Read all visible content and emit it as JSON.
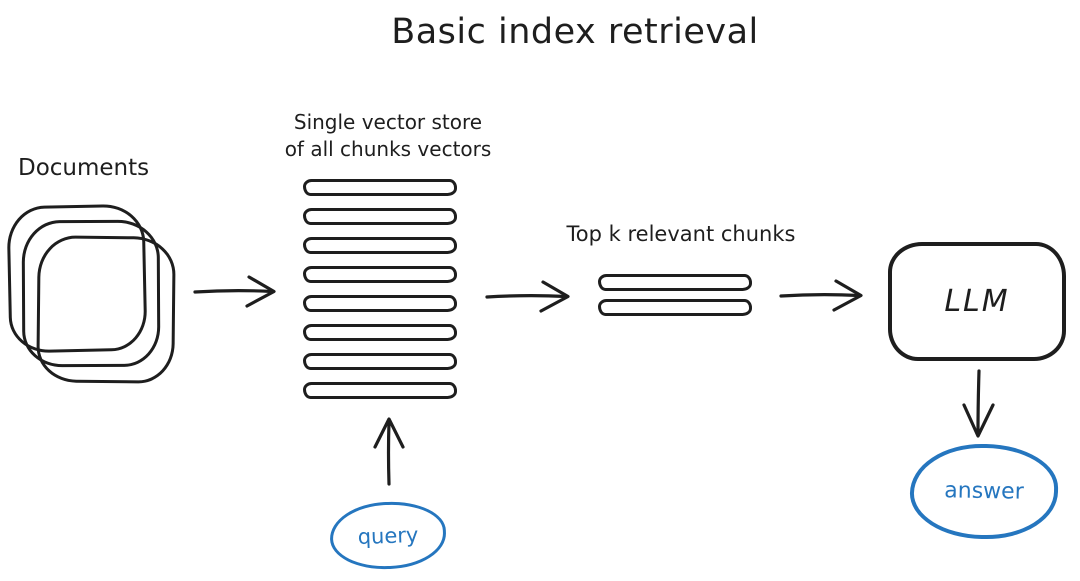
{
  "title": "Basic index retrieval",
  "colors": {
    "ink": "#1e1e1e",
    "accent_blue": "#2576bf",
    "background": "#ffffff"
  },
  "documents": {
    "label": "Documents",
    "stack_count": 3
  },
  "vector_store": {
    "label_line1": "Single vector store",
    "label_line2": "of all chunks vectors",
    "chunk_count": 8
  },
  "query": {
    "label": "query"
  },
  "top_k": {
    "label": "Top k relevant chunks",
    "chunk_count": 2
  },
  "llm": {
    "label": "LLM"
  },
  "answer": {
    "label": "answer"
  }
}
